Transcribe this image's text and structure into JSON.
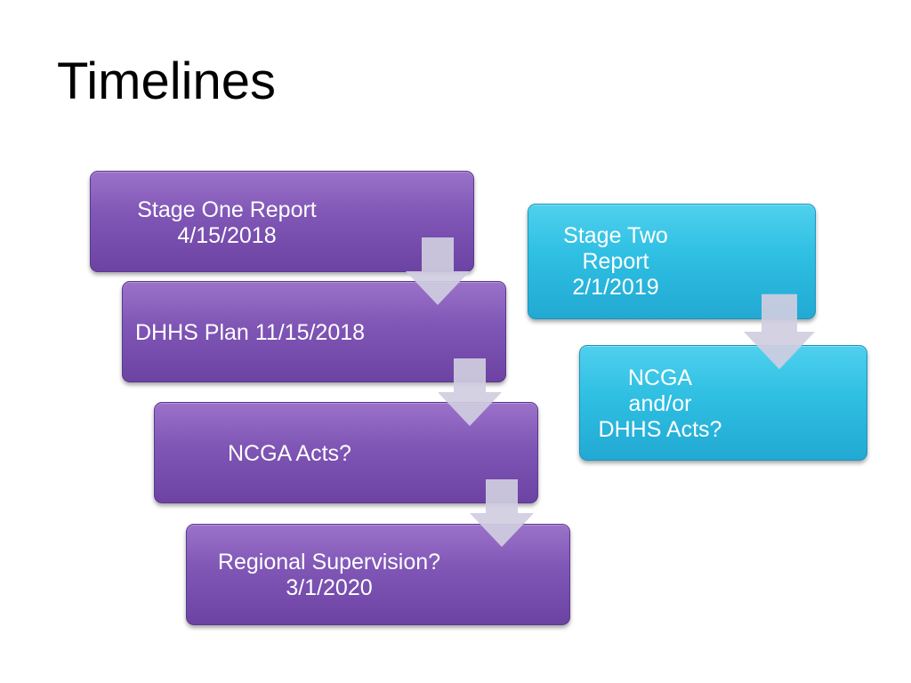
{
  "slide": {
    "title": "Timelines"
  },
  "left_flow": {
    "steps": [
      {
        "line1": "Stage One Report",
        "line2": "4/15/2018"
      },
      {
        "line1": "DHHS Plan 11/15/2018"
      },
      {
        "line1": "NCGA Acts?"
      },
      {
        "line1": "Regional Supervision?",
        "line2": "3/1/2020"
      }
    ],
    "color": "#7f55b5"
  },
  "right_flow": {
    "steps": [
      {
        "line1": "Stage Two",
        "line2": "Report",
        "line3": "2/1/2019"
      },
      {
        "line1": "NCGA",
        "line2": "and/or",
        "line3": "DHHS Acts?"
      }
    ],
    "color": "#2ebfe2"
  },
  "arrow_icon": "down-arrow-icon",
  "arrow_color": "#cfcde0"
}
